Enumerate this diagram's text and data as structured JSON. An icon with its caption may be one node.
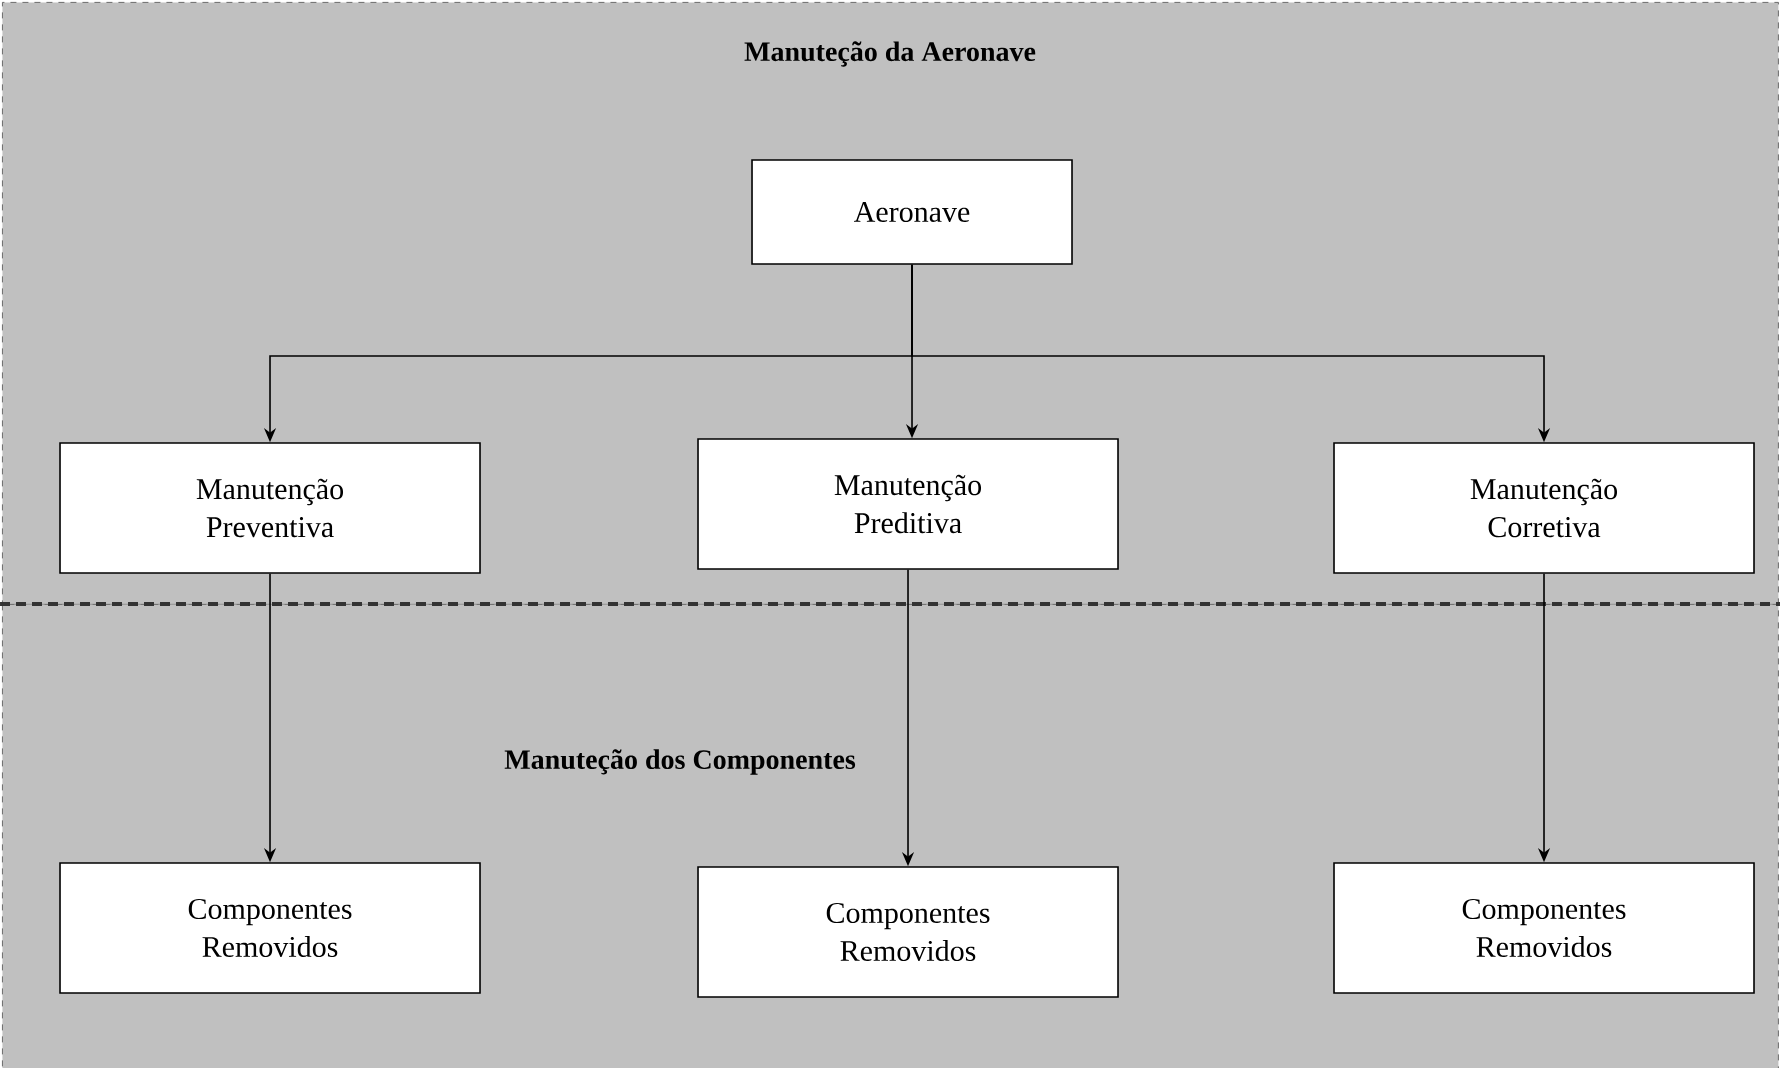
{
  "diagram": {
    "nodes": [
      {
        "text": [
          "Manuteção da Aeronave"
        ]
      },
      {
        "text": [
          "Aeronave"
        ],
        "in": 0
      },
      {
        "text": [
          "Manutenção Preventiva"
        ],
        "in": 0
      },
      {
        "text": [
          "Manutenção Preditiva"
        ],
        "in": 0
      },
      {
        "text": [
          "Manutenção Corretiva"
        ],
        "in": 0
      },
      {
        "text": [
          "Manuteção dos Componentes"
        ]
      },
      {
        "text": [
          "Componentes Removidos"
        ],
        "in": 5
      },
      {
        "text": [
          "Componentes Removidos"
        ],
        "in": 5
      },
      {
        "text": [
          "Componentes Removidos"
        ],
        "in": 5
      }
    ],
    "edges": [
      {
        "from": 1,
        "to": 2,
        "arrow": "to"
      },
      {
        "from": 1,
        "to": 3,
        "arrow": "to"
      },
      {
        "from": 1,
        "to": 4,
        "arrow": "to"
      },
      {
        "from": 2,
        "to": 6,
        "arrow": "to"
      },
      {
        "from": 3,
        "to": 7,
        "arrow": "to"
      },
      {
        "from": 4,
        "to": 8,
        "arrow": "to"
      }
    ]
  }
}
